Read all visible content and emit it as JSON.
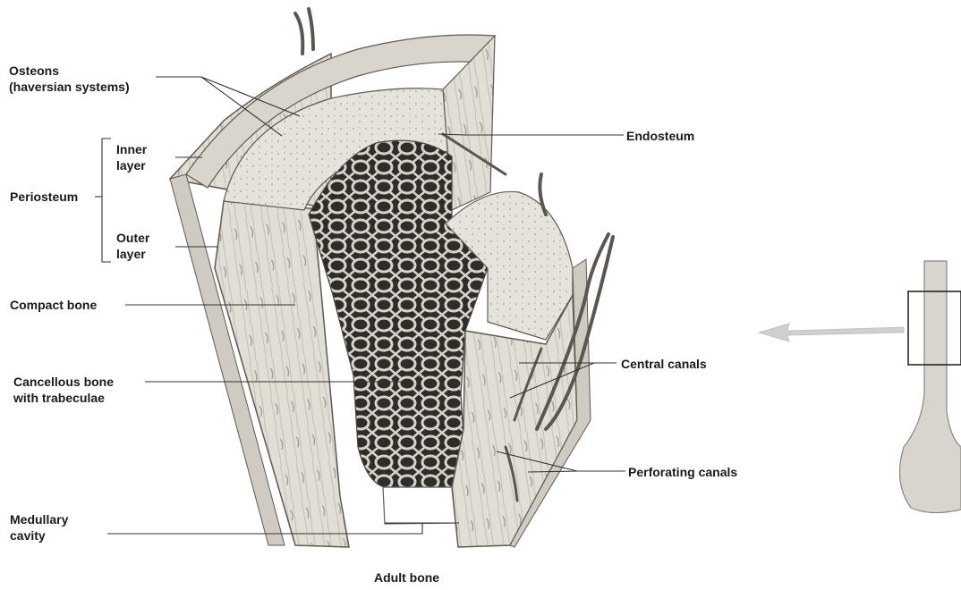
{
  "labels": {
    "osteons": [
      "Osteons",
      "(haversian systems)"
    ],
    "inner_layer": [
      "Inner",
      "layer"
    ],
    "periosteum": "Periosteum",
    "outer_layer": [
      "Outer",
      "layer"
    ],
    "compact_bone": "Compact bone",
    "cancellous_bone": [
      "Cancellous bone",
      "with trabeculae"
    ],
    "medullary_cavity": [
      "Medullary",
      "cavity"
    ],
    "endosteum": "Endosteum",
    "central_canals": "Central canals",
    "perforating_canals": "Perforating canals",
    "caption": "Adult bone"
  },
  "colors": {
    "label_text": "#1a1a1a",
    "leader_line": "#333333",
    "bone_light": "#e4e1da",
    "bone_mid": "#c9c5bc",
    "bone_dark": "#6e6a63",
    "cavity": "#2e2c29",
    "vessel": "#5a5753",
    "arrow": "#cfcfcf"
  }
}
